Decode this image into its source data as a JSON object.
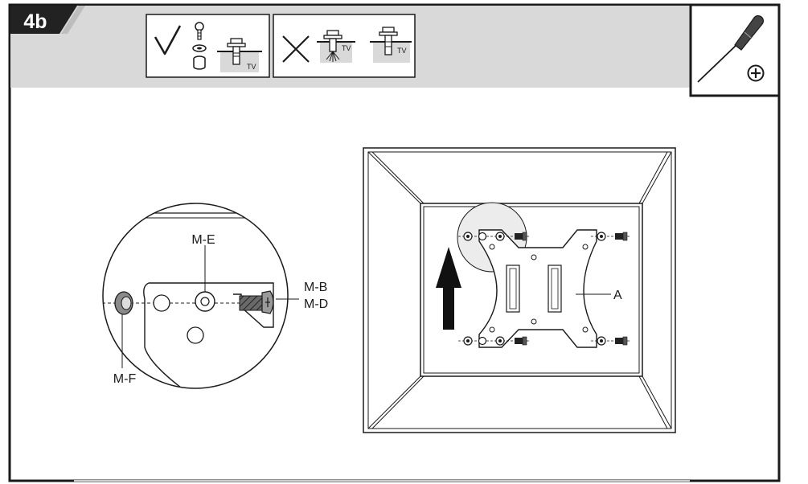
{
  "step": {
    "number": "4b"
  },
  "legend_correct": {
    "tv_label": "TV"
  },
  "legend_incorrect": {
    "tv_label_1": "TV",
    "tv_label_2": "TV"
  },
  "tool": {
    "icon": "phillips-screwdriver-icon"
  },
  "detail_callout": {
    "label_washer_top": "M-E",
    "label_screw_1": "M-B",
    "label_screw_2": "M-D",
    "label_spacer": "M-F"
  },
  "main_view": {
    "plate_label": "A"
  },
  "colors": {
    "header_bar": "#d9d9d9",
    "line": "#1a1a1a",
    "screw_dark": "#555555",
    "badge": "#222222"
  }
}
